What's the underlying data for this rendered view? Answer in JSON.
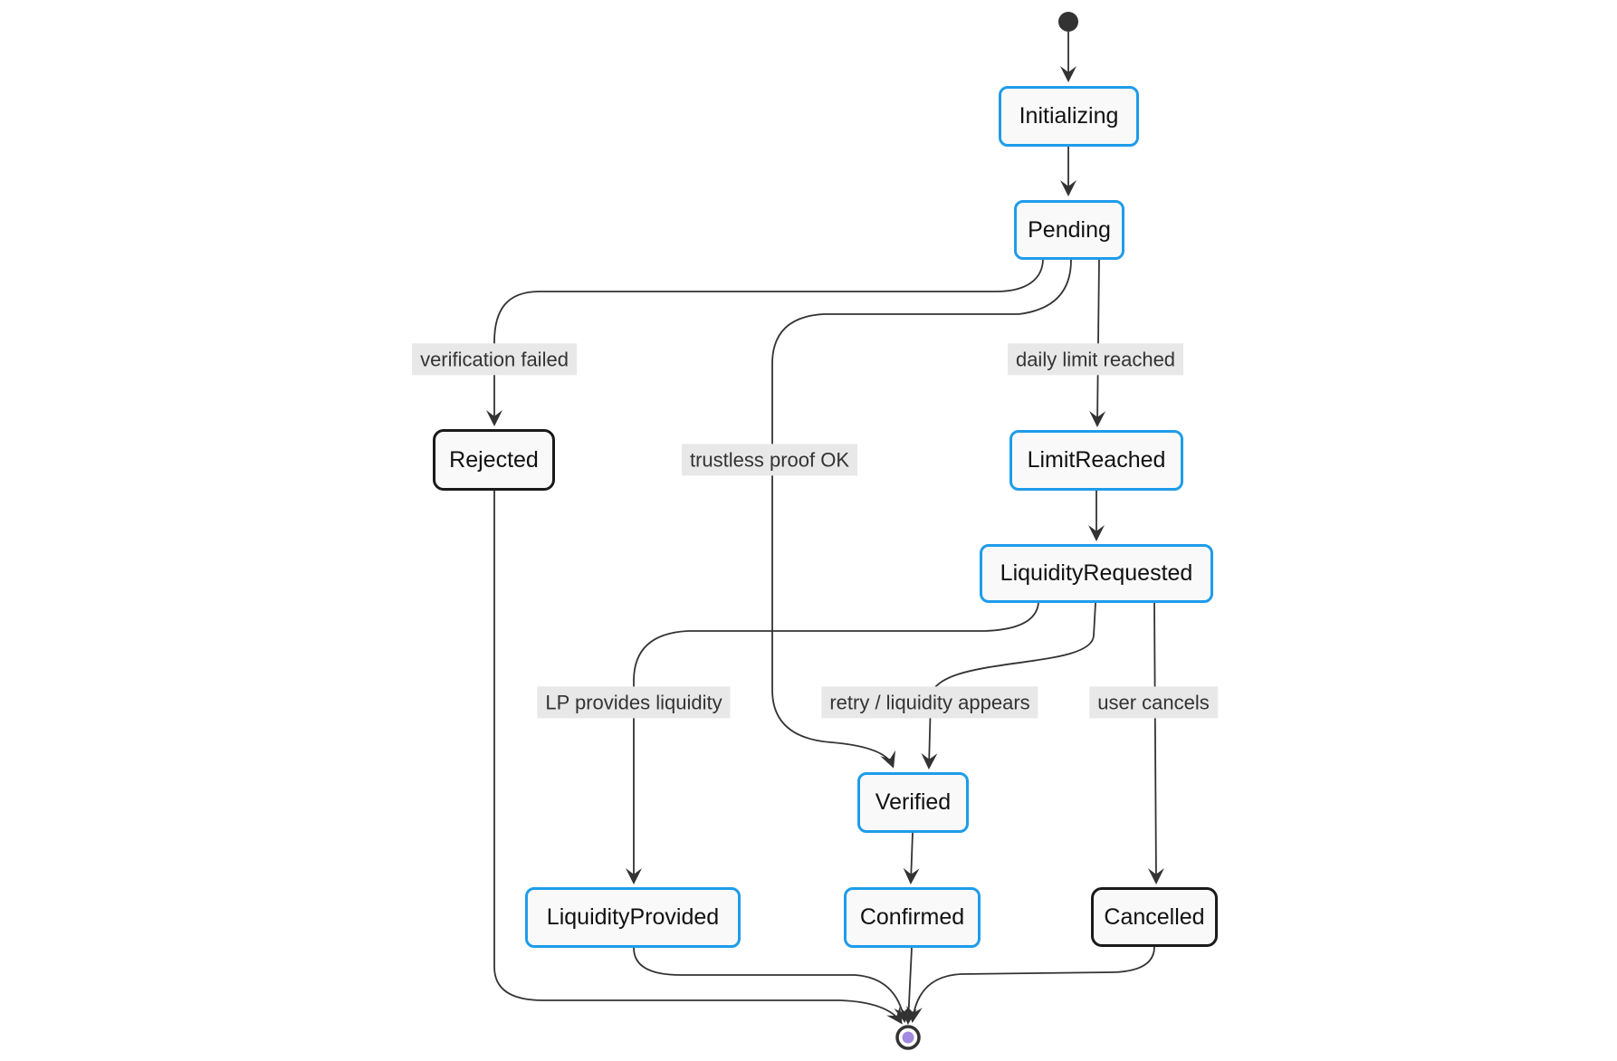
{
  "diagram_type": "state-machine",
  "states": {
    "start": {
      "kind": "initial"
    },
    "initializing": {
      "label": "Initializing",
      "style": "active"
    },
    "pending": {
      "label": "Pending",
      "style": "active"
    },
    "rejected": {
      "label": "Rejected",
      "style": "terminal"
    },
    "limit_reached": {
      "label": "LimitReached",
      "style": "active"
    },
    "liquidity_requested": {
      "label": "LiquidityRequested",
      "style": "active"
    },
    "verified": {
      "label": "Verified",
      "style": "active"
    },
    "liquidity_provided": {
      "label": "LiquidityProvided",
      "style": "active"
    },
    "confirmed": {
      "label": "Confirmed",
      "style": "active"
    },
    "cancelled": {
      "label": "Cancelled",
      "style": "terminal"
    },
    "end": {
      "kind": "final"
    }
  },
  "edge_labels": {
    "verification_failed": "verification failed",
    "daily_limit_reached": "daily limit reached",
    "trustless_proof_ok": "trustless proof OK",
    "lp_provides_liquidity": "LP provides liquidity",
    "retry_liquidity_appears": "retry / liquidity appears",
    "user_cancels": "user cancels"
  },
  "transitions": [
    {
      "from": "[*]",
      "to": "Initializing",
      "label": ""
    },
    {
      "from": "Initializing",
      "to": "Pending",
      "label": ""
    },
    {
      "from": "Pending",
      "to": "Rejected",
      "label": "verification failed"
    },
    {
      "from": "Pending",
      "to": "Verified",
      "label": "trustless proof OK"
    },
    {
      "from": "Pending",
      "to": "LimitReached",
      "label": "daily limit reached"
    },
    {
      "from": "LimitReached",
      "to": "LiquidityRequested",
      "label": ""
    },
    {
      "from": "LiquidityRequested",
      "to": "LiquidityProvided",
      "label": "LP provides liquidity"
    },
    {
      "from": "LiquidityRequested",
      "to": "Verified",
      "label": "retry / liquidity appears"
    },
    {
      "from": "LiquidityRequested",
      "to": "Cancelled",
      "label": "user cancels"
    },
    {
      "from": "Verified",
      "to": "Confirmed",
      "label": ""
    },
    {
      "from": "Rejected",
      "to": "[*]",
      "label": ""
    },
    {
      "from": "LiquidityProvided",
      "to": "[*]",
      "label": ""
    },
    {
      "from": "Confirmed",
      "to": "[*]",
      "label": ""
    },
    {
      "from": "Cancelled",
      "to": "[*]",
      "label": ""
    }
  ],
  "colors": {
    "active_state_border": "#1E9CEA",
    "terminal_state_border": "#1a1a1a",
    "state_fill": "#f9f9f9",
    "state_text": "#111111",
    "edge_line": "#333333",
    "edge_label_bg": "#e8e8e8",
    "edge_label_text": "#333333",
    "start_node_fill": "#333333",
    "final_node_ring": "#333333",
    "final_node_core": "#a28ae0",
    "background": "#ffffff"
  }
}
